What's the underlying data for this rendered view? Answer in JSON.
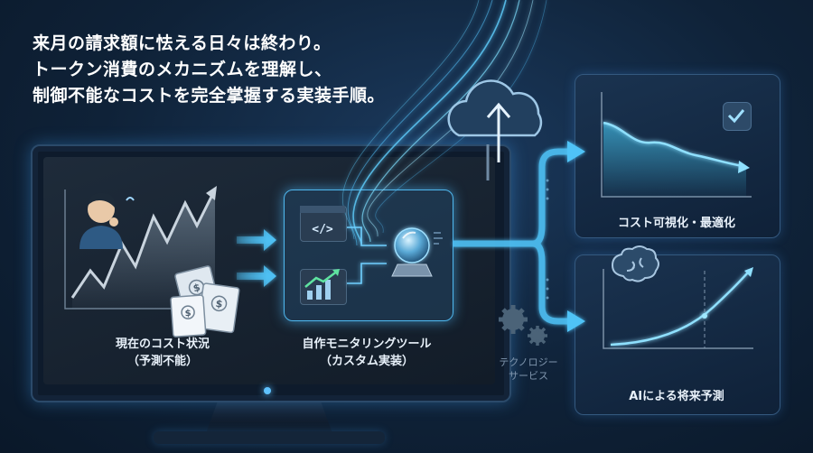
{
  "headline": {
    "line1": "来月の請求額に怯える日々は終わり。",
    "line2": "トークン消費のメカニズムを理解し、",
    "line3": "制御不能なコストを完全掌握する実装手順。"
  },
  "current_status": {
    "line1": "現在のコスト状況",
    "line2": "（予測不能）"
  },
  "monitoring_tool": {
    "line1": "自作モニタリングツール",
    "line2": "（カスタム実装）"
  },
  "tech_services": {
    "line1": "テクノロジー",
    "line2": "サービス"
  },
  "outputs": {
    "optimization": "コスト可視化・最適化",
    "forecast": "AIによる将来予測"
  },
  "icons": {
    "cloud": "cloud-upload-icon",
    "person": "worried-person-icon",
    "bills": "dollar-bills-icon",
    "code": "code-window-icon",
    "chart": "bar-chart-icon",
    "crystal_ball": "crystal-ball-icon",
    "check": "check-badge-icon",
    "brain": "brain-icon",
    "gears": "gears-icon"
  },
  "colors": {
    "accent": "#4fc3f7",
    "glow": "#5fd0ff"
  }
}
